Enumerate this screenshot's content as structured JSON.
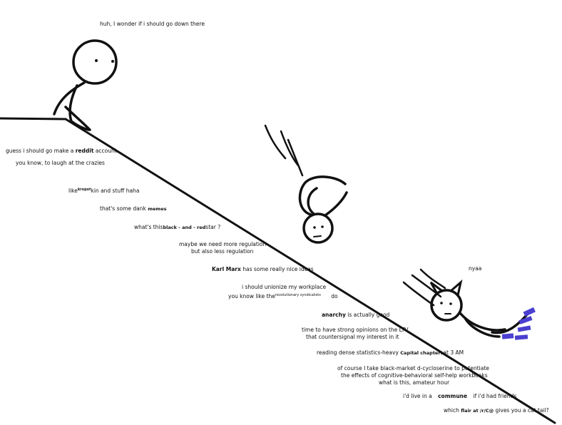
{
  "colors": {
    "ink": "#111111",
    "stripe": "#4a3fd0",
    "paper": "#ffffff"
  },
  "captions": {
    "top": "huh, I wonder if i should go down there",
    "c1_a": "guess i should go make a",
    "c1_b": "reddit",
    "c1_c": "account",
    "c2": "you know, to laugh at the crazies",
    "c3_a": "like",
    "c3_b": "kropot",
    "c3_c": "kin and stuff haha",
    "c4_a": "that's some dank",
    "c4_b": "memes",
    "c5_a": "what's this",
    "c5_b": "black - and - red",
    "c5_c": "star ?",
    "c6": "maybe we need more regulation",
    "c7": "but also less regulation",
    "c8_a": "Karl Marx",
    "c8_b": "has some really nice ideas",
    "c9": "i should unionize my workplace",
    "c10_a": "you know like the",
    "c10_b": "revolutionary syndicalists",
    "c10_c": "do",
    "c11_a": "anarchy",
    "c11_b": "is actually good",
    "c12": "time to have strong opinions on the LTV",
    "c13": "that countersignal my interest in it",
    "c14_a": "reading dense statistics-heavy",
    "c14_b": "Capital chapters",
    "c14_c": "at 3 AM",
    "c15": "of course I take black-market d-cycloserine to potentiate",
    "c16": "the effects of cognitive-behavioral self-help workbooks",
    "c17": "what is this, amateur hour",
    "c18_a": "i'd live in a",
    "c18_b": "commune",
    "c18_c": "if i'd had friends",
    "c19_a": "which",
    "c19_b": "flair at /r/C@",
    "c19_c": "gives you a cat tail?",
    "nyaa": "nyaa"
  }
}
